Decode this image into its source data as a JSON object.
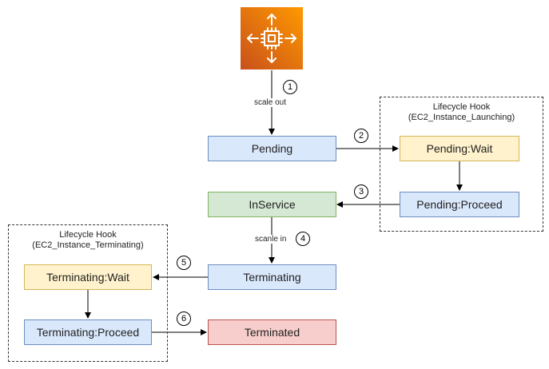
{
  "colors": {
    "default_fill": "#dae8fc",
    "default_stroke": "#6c8ebf",
    "inservice_fill": "#d5e8d4",
    "inservice_stroke": "#82b366",
    "wait_fill": "#fff2cc",
    "wait_stroke": "#d6b656",
    "terminated_fill": "#f8cecc",
    "terminated_stroke": "#b85450",
    "ec2_gradient_start": "#c8511b",
    "ec2_gradient_end": "#ff9900"
  },
  "icon": {
    "name": "ec2-auto-scaling-icon"
  },
  "nodes": {
    "pending": "Pending",
    "inservice": "InService",
    "terminating": "Terminating",
    "terminated": "Terminated",
    "pending_wait": "Pending:Wait",
    "pending_proceed": "Pending:Proceed",
    "terminating_wait": "Terminating:Wait",
    "terminating_proceed": "Terminating:Proceed"
  },
  "groups": {
    "launch": {
      "title": "Lifecycle Hook",
      "subtitle": "(EC2_Instance_Launching)"
    },
    "terminate": {
      "title": "Lifecycle Hook",
      "subtitle": "(EC2_Instance_Terminating)"
    }
  },
  "edge_labels": {
    "scale_out": "scale out",
    "scale_in": "scanle in"
  },
  "steps": [
    "1",
    "2",
    "3",
    "4",
    "5",
    "6"
  ]
}
